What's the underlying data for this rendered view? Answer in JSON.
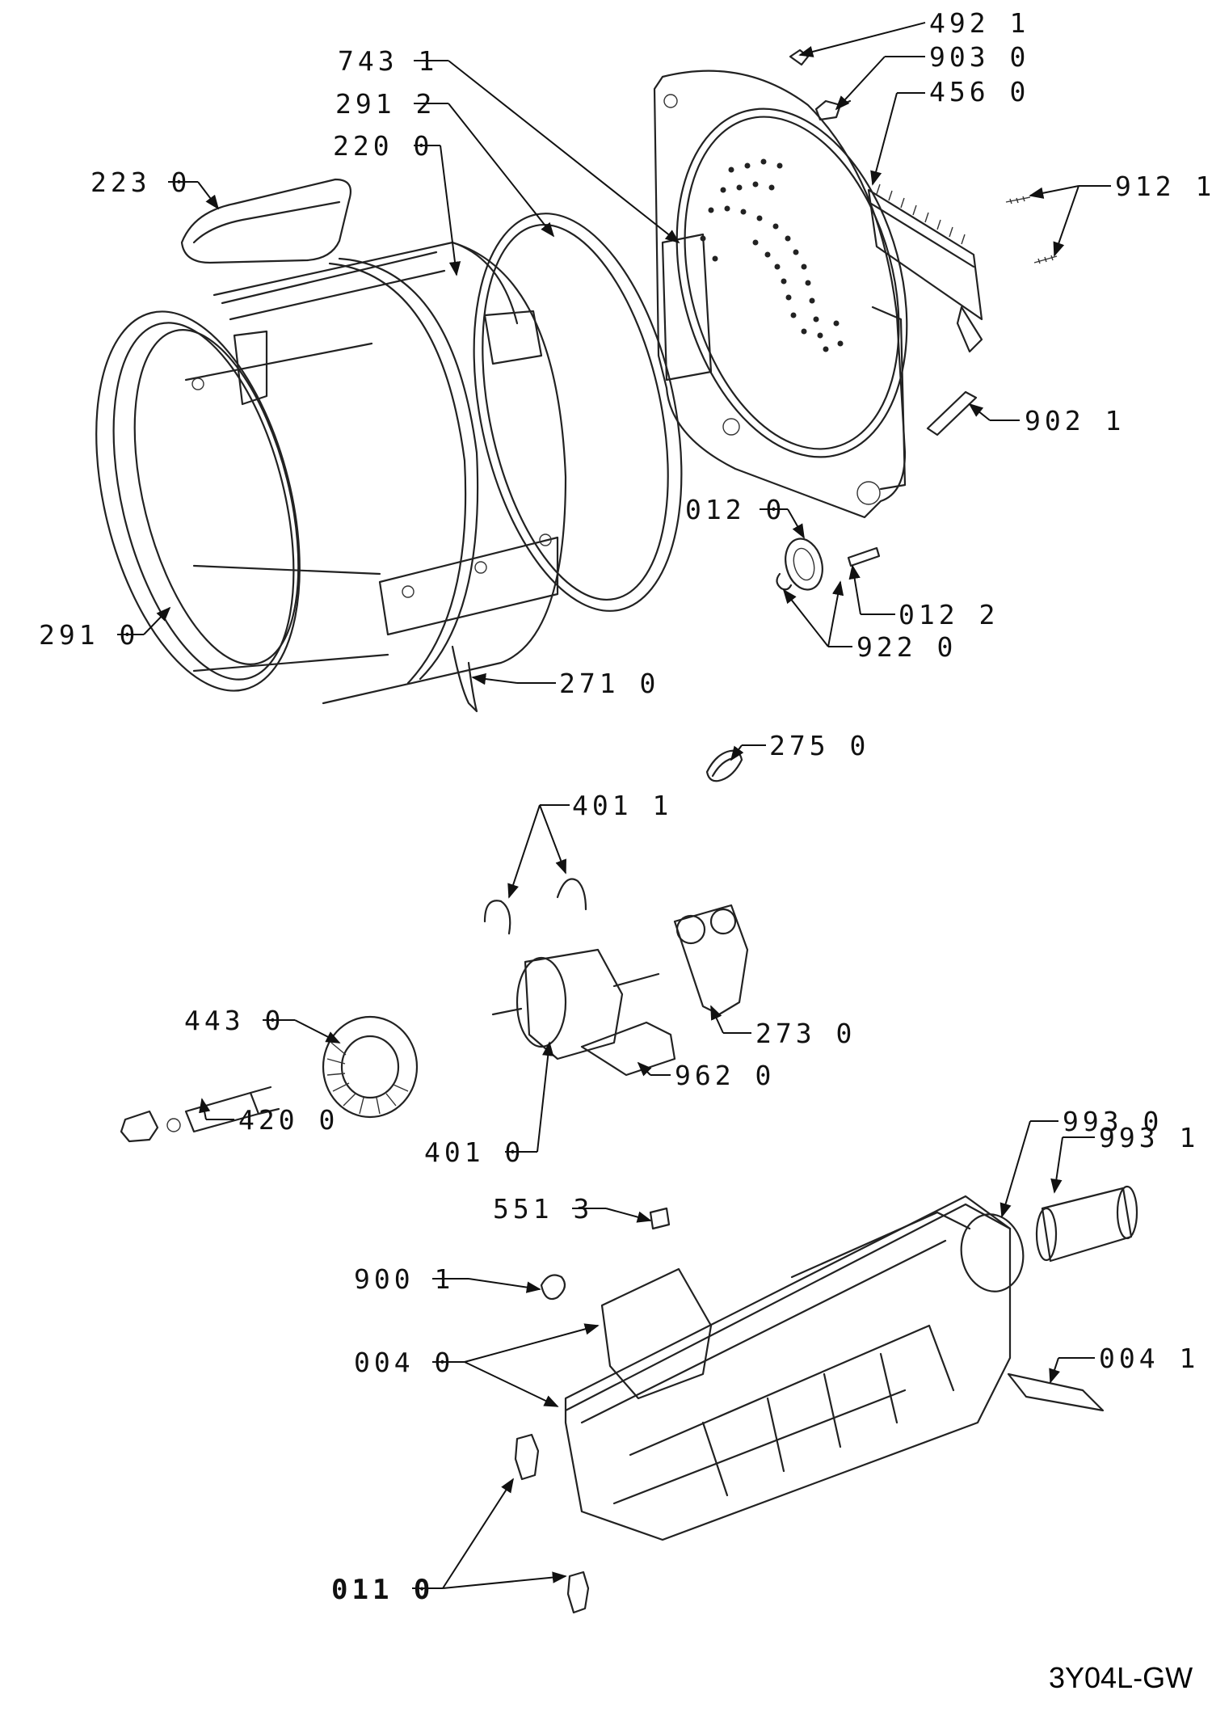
{
  "diagram": {
    "code": "3Y04L-GW",
    "labels": [
      {
        "id": "l4921",
        "text": "492 1"
      },
      {
        "id": "l9030",
        "text": "903 0"
      },
      {
        "id": "l4560",
        "text": "456 0"
      },
      {
        "id": "l7431",
        "text": "743 1"
      },
      {
        "id": "l2912",
        "text": "291 2"
      },
      {
        "id": "l2200",
        "text": "220 0"
      },
      {
        "id": "l2230",
        "text": "223 0"
      },
      {
        "id": "l9121",
        "text": "912 1"
      },
      {
        "id": "l9021",
        "text": "902 1"
      },
      {
        "id": "l0120",
        "text": "012 0"
      },
      {
        "id": "l0122",
        "text": "012 2"
      },
      {
        "id": "l9220",
        "text": "922 0"
      },
      {
        "id": "l2910",
        "text": "291 0"
      },
      {
        "id": "l2710",
        "text": "271 0"
      },
      {
        "id": "l2750",
        "text": "275 0"
      },
      {
        "id": "l4011",
        "text": "401 1"
      },
      {
        "id": "l4430",
        "text": "443 0"
      },
      {
        "id": "l2730",
        "text": "273 0"
      },
      {
        "id": "l9620",
        "text": "962 0"
      },
      {
        "id": "l4200",
        "text": "420 0"
      },
      {
        "id": "l4010",
        "text": "401 0"
      },
      {
        "id": "l9930",
        "text": "993 0"
      },
      {
        "id": "l9931",
        "text": "993 1"
      },
      {
        "id": "l5513",
        "text": "551 3"
      },
      {
        "id": "l9001",
        "text": "900 1"
      },
      {
        "id": "l0040",
        "text": "004 0"
      },
      {
        "id": "l0041",
        "text": "004 1"
      },
      {
        "id": "l0110",
        "text": "011 0"
      }
    ]
  }
}
